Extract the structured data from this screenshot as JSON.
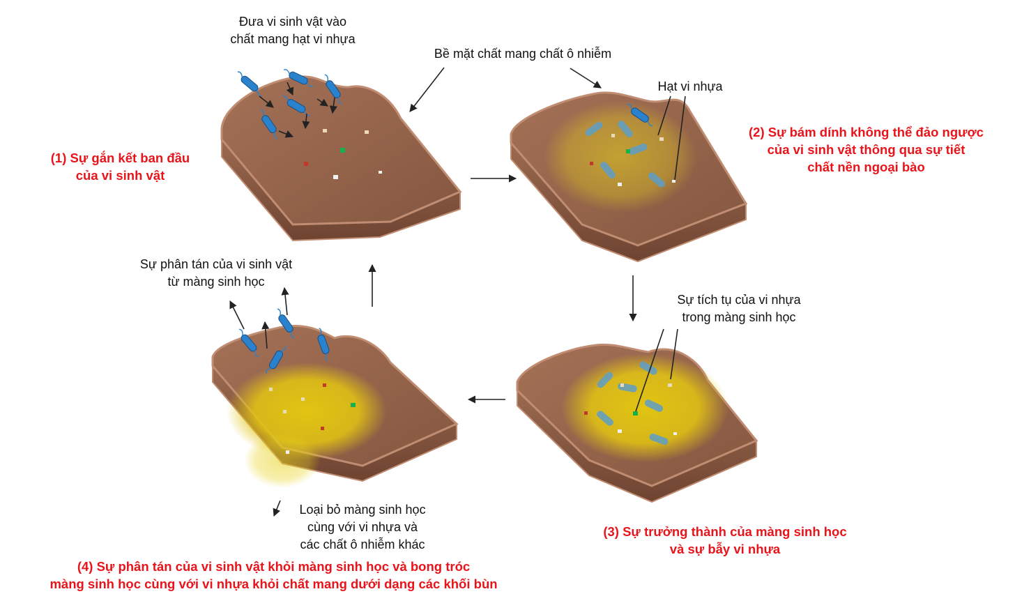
{
  "colors": {
    "carrier_body": "#8a5b43",
    "carrier_top": "#9a6a4f",
    "carrier_rim": "#c08d72",
    "biofilm": "#e8d21a",
    "microbe": "#2a82cc",
    "stage_title": "#e8141b",
    "annotation_text": "#111111",
    "arrow": "#222222"
  },
  "labels": {
    "introduce": [
      "Đưa vi sinh vật vào",
      "chất mang hạt vi nhựa"
    ],
    "surface": [
      "Bề mặt chất mang chất ô nhiễm"
    ],
    "microplastic": [
      "Hạt vi nhựa"
    ],
    "accumulation": [
      "Sự tích tụ của vi nhựa",
      "trong màng sinh học"
    ],
    "dispersal": [
      "Sự phân tán của vi sinh vật",
      "từ màng sinh học"
    ],
    "removal": [
      "Loại bỏ màng sinh học",
      "cùng với vi nhựa và",
      "các chất ô nhiễm khác"
    ]
  },
  "stages": {
    "s1": [
      "(1) Sự gắn kết ban đầu",
      "của vi sinh vật"
    ],
    "s2": [
      "(2) Sự bám dính không thể đảo ngược",
      "của vi sinh vật thông qua sự tiết",
      "chất nền ngoại bào"
    ],
    "s3": [
      "(3) Sự trưởng thành của màng sinh học",
      "và sự bẫy vi nhựa"
    ],
    "s4": [
      "(4) Sự phân tán của vi sinh vật khỏi màng sinh học và bong tróc",
      "màng sinh học cùng với vi nhựa khỏi chất mang dưới dạng các khối bùn"
    ]
  },
  "cycle": [
    "stage-1",
    "stage-2",
    "stage-3",
    "stage-4"
  ],
  "icons": [
    "microbe-icon",
    "microplastic-particle-icon",
    "arrow-icon"
  ]
}
